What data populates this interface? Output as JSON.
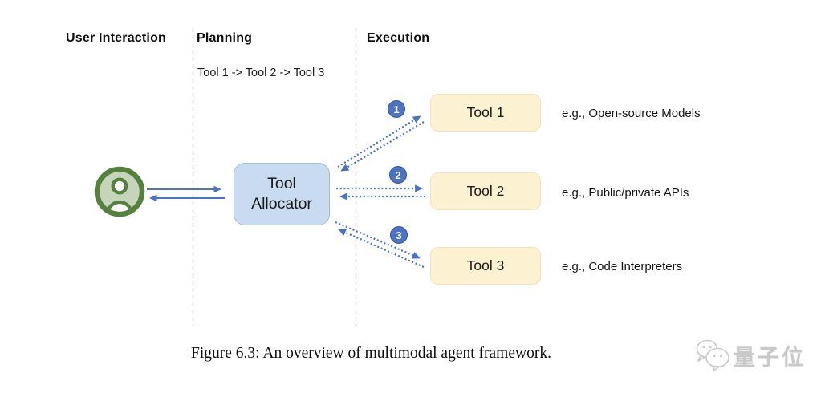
{
  "diagram": {
    "columns": [
      {
        "label": "User Interaction"
      },
      {
        "label": "Planning"
      },
      {
        "label": "Execution"
      }
    ],
    "plan_text": "Tool 1 -> Tool 2 -> Tool 3",
    "allocator": {
      "line1": "Tool",
      "line2": "Allocator"
    },
    "tools": [
      {
        "badge": "1",
        "label": "Tool 1",
        "example": "e.g., Open-source Models"
      },
      {
        "badge": "2",
        "label": "Tool 2",
        "example": "e.g., Public/private APIs"
      },
      {
        "badge": "3",
        "label": "Tool 3",
        "example": "e.g., Code Interpreters"
      }
    ],
    "colors": {
      "arrow_blue": "#4a73c8",
      "allocator_fill": "#c8dbf0",
      "allocator_border": "#a5bcd8",
      "tool_fill": "#fcf1d0",
      "badge_fill": "#4d74c4",
      "user_icon_green": "#55813f",
      "divider_gray": "#cdcdcd"
    }
  },
  "caption": "Figure 6.3: An overview of multimodal agent framework.",
  "watermark": {
    "text": "量子位"
  }
}
